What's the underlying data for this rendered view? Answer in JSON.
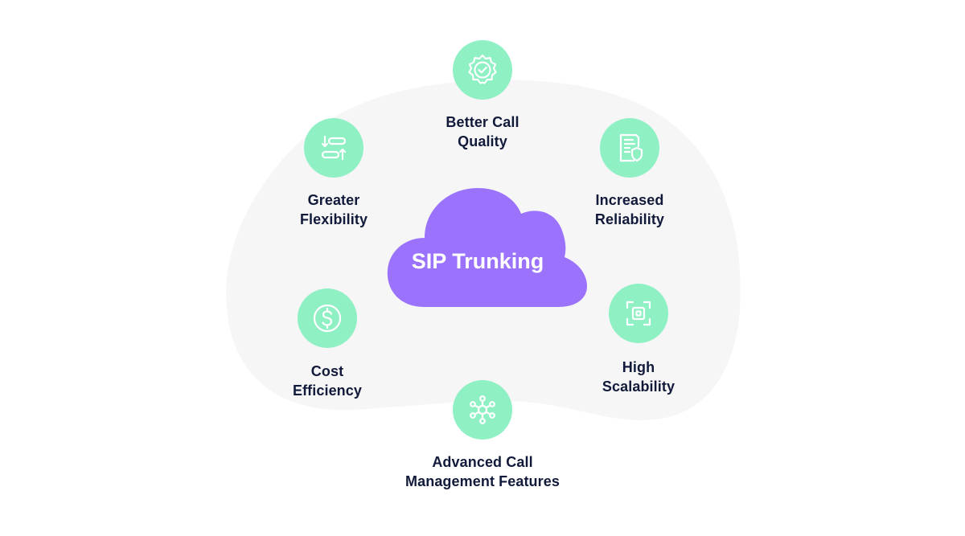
{
  "center": {
    "title": "SIP Trunking",
    "icon": "cloud-icon"
  },
  "features": [
    {
      "id": "call-quality",
      "icon": "badge-check-icon",
      "lines": [
        "Better Call",
        "Quality"
      ]
    },
    {
      "id": "reliability",
      "icon": "document-shield-icon",
      "lines": [
        "Increased",
        "Reliability"
      ]
    },
    {
      "id": "scalability",
      "icon": "scale-frame-icon",
      "lines": [
        "High",
        "Scalability"
      ]
    },
    {
      "id": "call-management",
      "icon": "network-nodes-icon",
      "lines": [
        "Advanced Call",
        "Management Features"
      ]
    },
    {
      "id": "cost",
      "icon": "dollar-circle-icon",
      "lines": [
        "Cost",
        "Efficiency"
      ]
    },
    {
      "id": "flexibility",
      "icon": "toggle-arrows-icon",
      "lines": [
        "Greater",
        "Flexibility"
      ]
    }
  ],
  "colors": {
    "accent_green": "#8ff0c4",
    "icon_stroke": "#ffffff",
    "cloud_purple": "#9b72fb",
    "blob_gray": "#f6f6f6",
    "text_dark": "#111a3a"
  }
}
